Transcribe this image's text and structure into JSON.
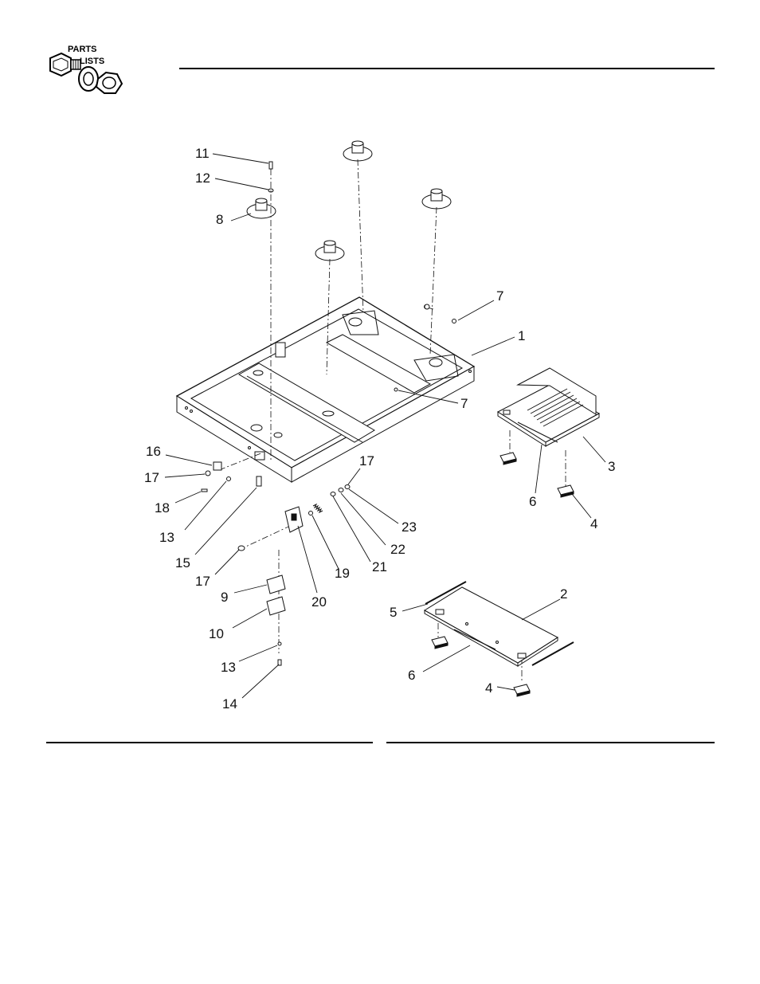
{
  "logo": {
    "line1": "PARTS",
    "line2": "LISTS"
  },
  "callouts": {
    "n1": "1",
    "n2": "2",
    "n3": "3",
    "n4a": "4",
    "n4b": "4",
    "n5": "5",
    "n6a": "6",
    "n6b": "6",
    "n7a": "7",
    "n7b": "7",
    "n8": "8",
    "n9": "9",
    "n10": "10",
    "n11": "11",
    "n12": "12",
    "n13a": "13",
    "n13b": "13",
    "n14": "14",
    "n15": "15",
    "n16": "16",
    "n17a": "17",
    "n17b": "17",
    "n17c": "17",
    "n18": "18",
    "n19": "19",
    "n20": "20",
    "n21": "21",
    "n22": "22",
    "n23": "23"
  }
}
